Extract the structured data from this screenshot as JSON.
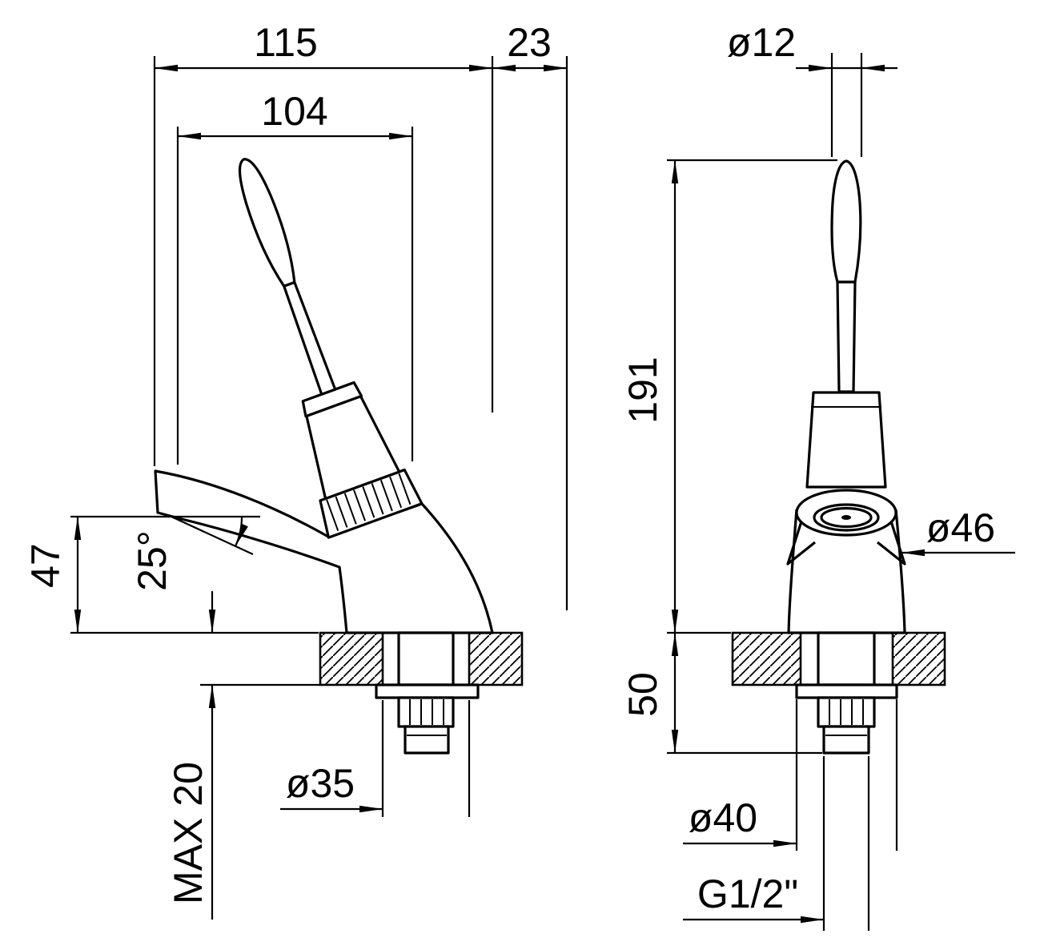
{
  "drawing": {
    "background": "#ffffff",
    "line_color": "#000000",
    "subject": "single-lever pillar tap dimension drawing"
  },
  "views": {
    "side_view": {
      "overall_width_label": "115",
      "spout_reach_label": "104",
      "rear_offset_label": "23",
      "spout_height_label": "47",
      "spout_angle_label": "25°",
      "deck_max_label": "MAX 20",
      "hole_dia_label": "ø35"
    },
    "front_view": {
      "handle_dia_label": "ø12",
      "height_label": "191",
      "body_dia_label": "ø46",
      "under_deck_label": "50",
      "flange_dia_label": "ø40",
      "thread_label": "G1/2\""
    }
  }
}
